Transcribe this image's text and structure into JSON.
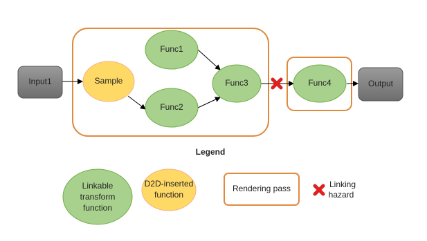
{
  "diagram": {
    "nodes": {
      "input1": "Input1",
      "sample": "Sample",
      "func1": "Func1",
      "func2": "Func2",
      "func3": "Func3",
      "func4": "Func4",
      "output": "Output"
    },
    "legend": {
      "title": "Legend",
      "linkable": [
        "Linkable",
        "transform",
        "function"
      ],
      "d2d": [
        "D2D-inserted",
        "function"
      ],
      "rendering_pass": "Rendering pass",
      "hazard": [
        "Linking",
        "hazard"
      ]
    },
    "colors": {
      "green_fill": "#a9d18e",
      "green_stroke": "#70ad47",
      "yellow_fill": "#ffd966",
      "yellow_stroke": "#f4b183",
      "gray_fill": "#7f7f7f",
      "orange_border": "#e08a3c",
      "hazard_red": "#e02020"
    }
  }
}
